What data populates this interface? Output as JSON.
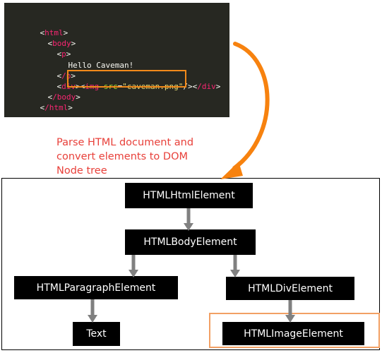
{
  "code": {
    "lines": [
      "<html>",
      "<body>",
      "<p>",
      "Hello Caveman!",
      "</p>",
      "<div>",
      "<img src=\"caveman.png\"/>",
      "</div>",
      "</body>",
      "</html>"
    ],
    "tokens": {
      "html_open": "html",
      "body_open": "body",
      "p_open": "p",
      "hello": "Hello Caveman!",
      "p_close": "/p",
      "div_open": "div",
      "img_tag": "img",
      "src_attr": "src",
      "src_value": "\"caveman.png\"",
      "div_close": "/div",
      "body_close": "/body",
      "html_close": "/html"
    }
  },
  "caption": {
    "line1": "Parse HTML document and",
    "line2": "convert elements to DOM",
    "line3": "Node tree"
  },
  "tree": {
    "html": "HTMLHtmlElement",
    "body": "HTMLBodyElement",
    "paragraph": "HTMLParagraphElement",
    "div": "HTMLDivElement",
    "text": "Text",
    "image": "HTMLImageElement"
  },
  "colors": {
    "code_bg": "#272822",
    "tag": "#f92672",
    "attr": "#a6e22e",
    "string": "#e6db74",
    "caption": "#e8403a",
    "curve_arrow": "#f7820f",
    "highlight_border": "#f28a1a",
    "tree_arrow": "#808080",
    "node_bg": "#000000",
    "node_text": "#ffffff"
  }
}
